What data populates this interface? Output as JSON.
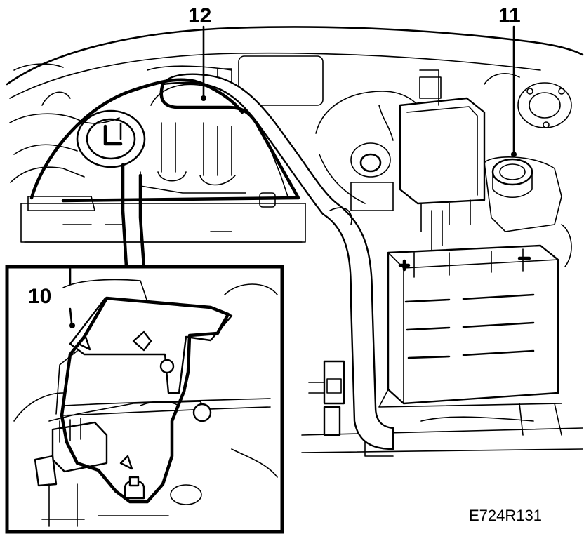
{
  "figure": {
    "callouts": {
      "hose": "12",
      "reservoir": "11",
      "inset": "10"
    },
    "reference_code": "E724R131"
  }
}
